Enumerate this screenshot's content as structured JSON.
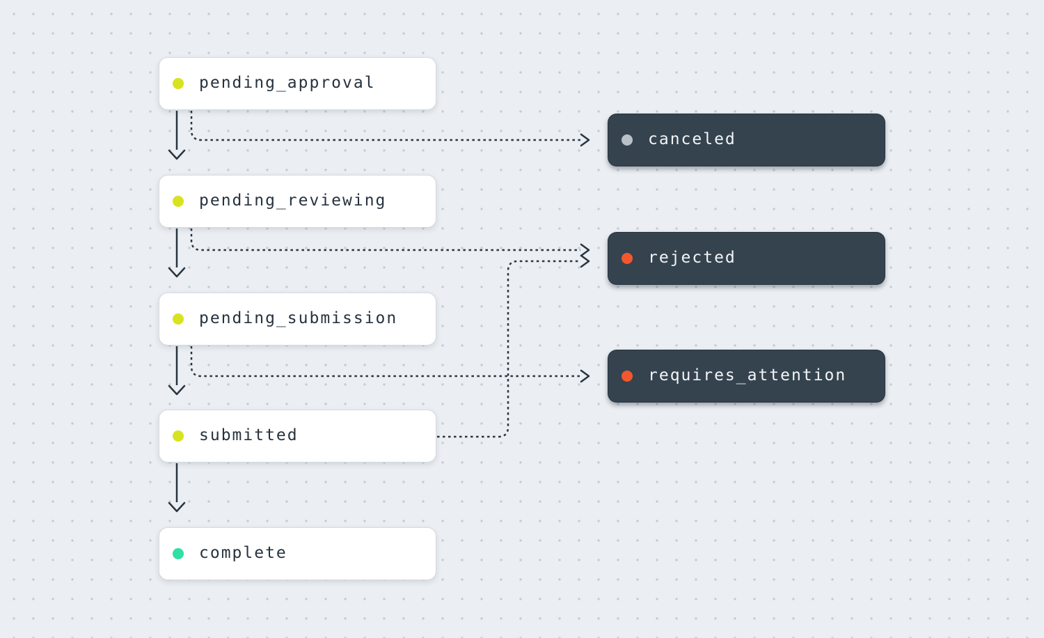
{
  "canvas": {
    "background_color": "#EBEEF2",
    "dot_grid_color": "#C5CCD6",
    "line_color": "#273440"
  },
  "nodes": [
    {
      "id": "pending_approval",
      "label": "pending_approval",
      "variant": "light",
      "dot_color": "#D9E220"
    },
    {
      "id": "pending_reviewing",
      "label": "pending_reviewing",
      "variant": "light",
      "dot_color": "#D9E220"
    },
    {
      "id": "pending_submission",
      "label": "pending_submission",
      "variant": "light",
      "dot_color": "#D9E220"
    },
    {
      "id": "submitted",
      "label": "submitted",
      "variant": "light",
      "dot_color": "#D9E220"
    },
    {
      "id": "complete",
      "label": "complete",
      "variant": "light",
      "dot_color": "#2FE0A2"
    },
    {
      "id": "canceled",
      "label": "canceled",
      "variant": "dark",
      "dot_color": "#B9C0C8"
    },
    {
      "id": "rejected",
      "label": "rejected",
      "variant": "dark",
      "dot_color": "#F4572E"
    },
    {
      "id": "requires_attention",
      "label": "requires_attention",
      "variant": "dark",
      "dot_color": "#F4572E"
    }
  ],
  "edges": [
    {
      "from": "pending_approval",
      "to": "pending_reviewing",
      "style": "solid"
    },
    {
      "from": "pending_reviewing",
      "to": "pending_submission",
      "style": "solid"
    },
    {
      "from": "pending_submission",
      "to": "submitted",
      "style": "solid"
    },
    {
      "from": "submitted",
      "to": "complete",
      "style": "solid"
    },
    {
      "from": "pending_approval",
      "to": "canceled",
      "style": "dashed"
    },
    {
      "from": "pending_reviewing",
      "to": "rejected",
      "style": "dashed"
    },
    {
      "from": "pending_submission",
      "to": "requires_attention",
      "style": "dashed"
    },
    {
      "from": "submitted",
      "to": "rejected",
      "style": "dashed"
    }
  ]
}
